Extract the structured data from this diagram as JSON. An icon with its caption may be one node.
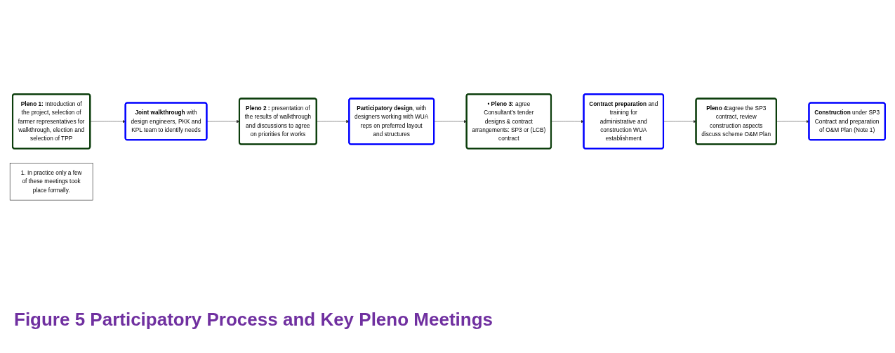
{
  "diagram": {
    "caption": "Figure 5  Participatory Process and Key Pleno Meetings",
    "nodes": [
      {
        "text": [
          "**Pleno 1:** Introduction of the project, selection of farmer representatives for walkthrough, election and selection of TPP"
        ]
      },
      {
        "text": [
          "**Joint walkthrough** with design engineers, PKK and KPL team to identify needs"
        ]
      },
      {
        "text": [
          "**Pleno 2 :** presentation of the results of walkthrough and discussions to agree on priorities for works"
        ]
      },
      {
        "text": [
          "**Participatory design**, with designers working with WUA reps on preferred layout and structures"
        ]
      },
      {
        "text": [
          "• **Pleno 3:** agree Consultant’s tender designs & contract arrangements: SP3 or (LCB) contract"
        ]
      },
      {
        "text": [
          "**Contract preparation** and training for administrative and construction WUA establishment"
        ]
      },
      {
        "text": [
          "**Pleno 4:**agree the SP3 contract, review construction aspects discuss scheme O&M Plan"
        ]
      },
      {
        "text": [
          "**Construction** under SP3 Contract and preparation of O&M Plan (Note 1)"
        ]
      },
      {
        "text": [
          "1. In practice only a few of these meetings took place formally."
        ]
      }
    ],
    "edges": [
      {
        "from": 0,
        "to": 1,
        "arrow": "to"
      },
      {
        "from": 1,
        "to": 2,
        "arrow": "to"
      },
      {
        "from": 2,
        "to": 3,
        "arrow": "to"
      },
      {
        "from": 3,
        "to": 4,
        "arrow": "to"
      },
      {
        "from": 4,
        "to": 5,
        "arrow": "to"
      },
      {
        "from": 5,
        "to": 6,
        "arrow": "to"
      },
      {
        "from": 6,
        "to": 7,
        "arrow": "to"
      }
    ]
  }
}
